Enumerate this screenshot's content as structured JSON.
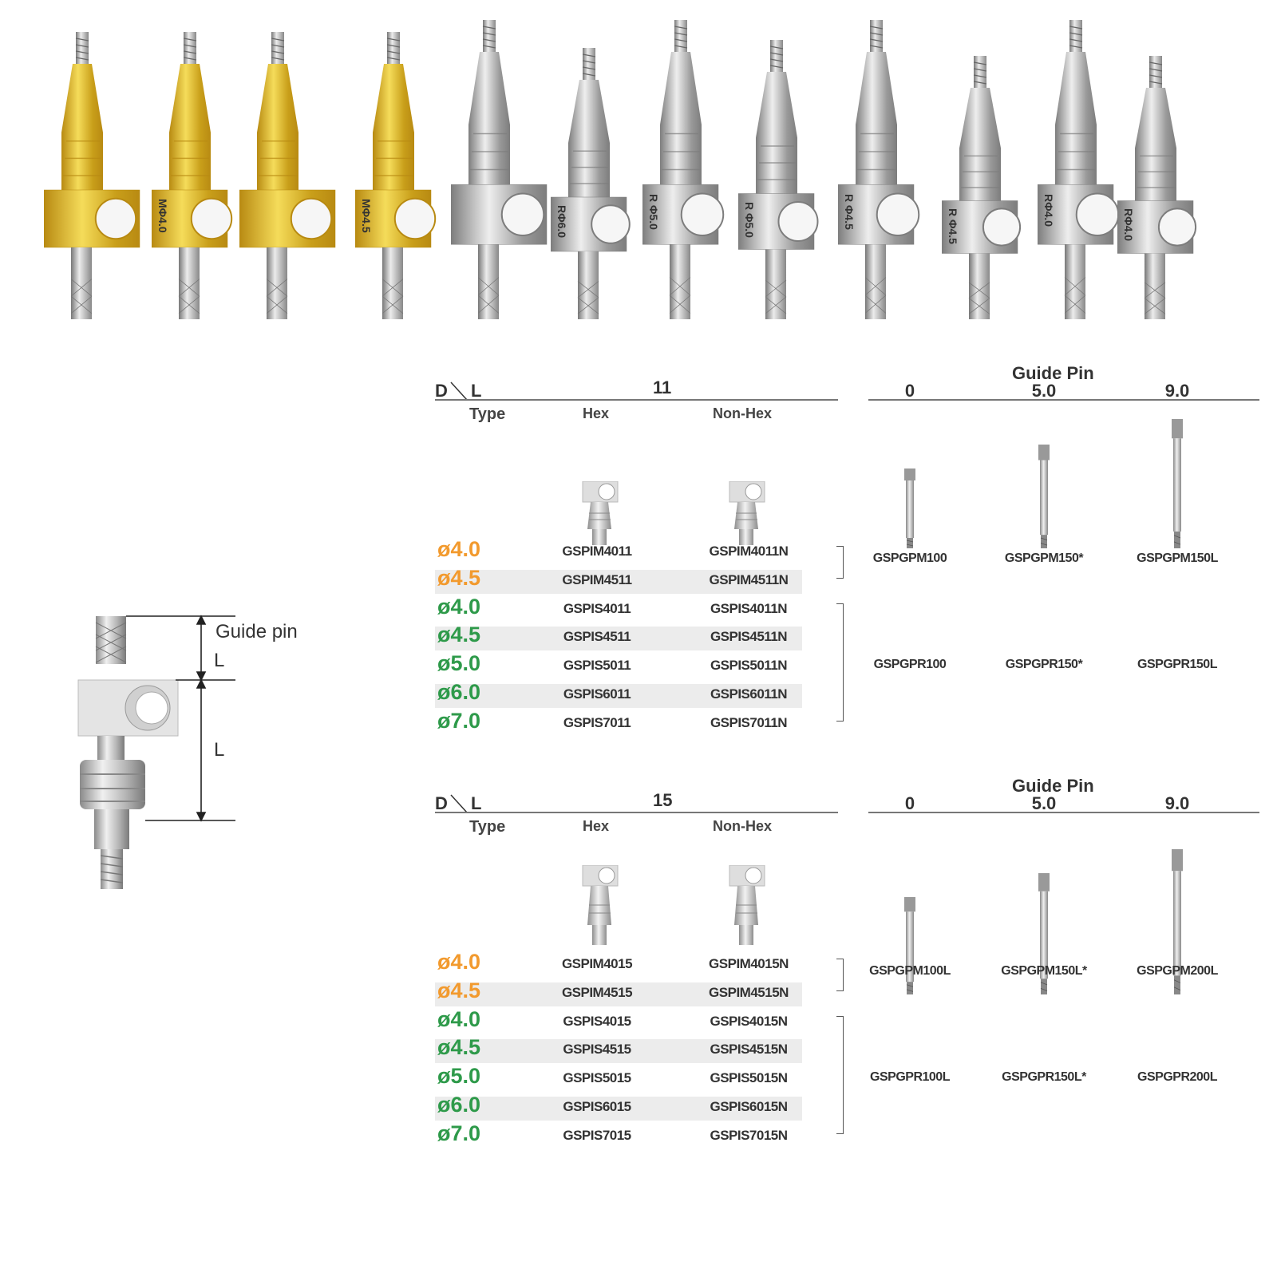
{
  "products": {
    "items": [
      {
        "label": "",
        "color": "gold"
      },
      {
        "label": "MΦ4.0",
        "color": "gold"
      },
      {
        "label": "",
        "color": "gold"
      },
      {
        "label": "MΦ4.5",
        "color": "gold"
      },
      {
        "label": "",
        "color": "steel"
      },
      {
        "label": "RΦ6.0",
        "color": "steel"
      },
      {
        "label": "R Φ5.0",
        "color": "steel"
      },
      {
        "label": "R Φ5.0",
        "color": "steel"
      },
      {
        "label": "R Φ4.5",
        "color": "steel"
      },
      {
        "label": "R Φ4.5",
        "color": "steel"
      },
      {
        "label": "RΦ4.0",
        "color": "steel"
      },
      {
        "label": "RΦ4.0",
        "color": "steel"
      }
    ]
  },
  "diagram": {
    "guide_pin_label": "Guide pin",
    "l_upper": "L",
    "l_lower": "L"
  },
  "tables": [
    {
      "d_label": "D",
      "l_label": "L",
      "length": "11",
      "type_label": "Type",
      "hex_label": "Hex",
      "nonhex_label": "Non-Hex",
      "guide_pin_label": "Guide Pin",
      "gp_cols": [
        "0",
        "5.0",
        "9.0"
      ],
      "rows": [
        {
          "dia": "ø4.0",
          "color": "orange",
          "hex": "GSPIM4011",
          "nonhex": "GSPIM4011N"
        },
        {
          "dia": "ø4.5",
          "color": "orange",
          "hex": "GSPIM4511",
          "nonhex": "GSPIM4511N"
        },
        {
          "dia": "ø4.0",
          "color": "green",
          "hex": "GSPIS4011",
          "nonhex": "GSPIS4011N"
        },
        {
          "dia": "ø4.5",
          "color": "green",
          "hex": "GSPIS4511",
          "nonhex": "GSPIS4511N"
        },
        {
          "dia": "ø5.0",
          "color": "green",
          "hex": "GSPIS5011",
          "nonhex": "GSPIS5011N"
        },
        {
          "dia": "ø6.0",
          "color": "green",
          "hex": "GSPIS6011",
          "nonhex": "GSPIS6011N"
        },
        {
          "dia": "ø7.0",
          "color": "green",
          "hex": "GSPIS7011",
          "nonhex": "GSPIS7011N"
        }
      ],
      "gp_m": [
        "GSPGPM100",
        "GSPGPM150*",
        "GSPGPM150L"
      ],
      "gp_r": [
        "GSPGPR100",
        "GSPGPR150*",
        "GSPGPR150L"
      ]
    },
    {
      "d_label": "D",
      "l_label": "L",
      "length": "15",
      "type_label": "Type",
      "hex_label": "Hex",
      "nonhex_label": "Non-Hex",
      "guide_pin_label": "Guide Pin",
      "gp_cols": [
        "0",
        "5.0",
        "9.0"
      ],
      "rows": [
        {
          "dia": "ø4.0",
          "color": "orange",
          "hex": "GSPIM4015",
          "nonhex": "GSPIM4015N"
        },
        {
          "dia": "ø4.5",
          "color": "orange",
          "hex": "GSPIM4515",
          "nonhex": "GSPIM4515N"
        },
        {
          "dia": "ø4.0",
          "color": "green",
          "hex": "GSPIS4015",
          "nonhex": "GSPIS4015N"
        },
        {
          "dia": "ø4.5",
          "color": "green",
          "hex": "GSPIS4515",
          "nonhex": "GSPIS4515N"
        },
        {
          "dia": "ø5.0",
          "color": "green",
          "hex": "GSPIS5015",
          "nonhex": "GSPIS5015N"
        },
        {
          "dia": "ø6.0",
          "color": "green",
          "hex": "GSPIS6015",
          "nonhex": "GSPIS6015N"
        },
        {
          "dia": "ø7.0",
          "color": "green",
          "hex": "GSPIS7015",
          "nonhex": "GSPIS7015N"
        }
      ],
      "gp_m": [
        "GSPGPM100L",
        "GSPGPM150L*",
        "GSPGPM200L"
      ],
      "gp_r": [
        "GSPGPR100L",
        "GSPGPR150L*",
        "GSPGPR200L"
      ]
    }
  ],
  "colors": {
    "orange": "#f29a2e",
    "green": "#2e9a4a",
    "gold": "#d9b21e",
    "steel": "#a8a8a8"
  }
}
